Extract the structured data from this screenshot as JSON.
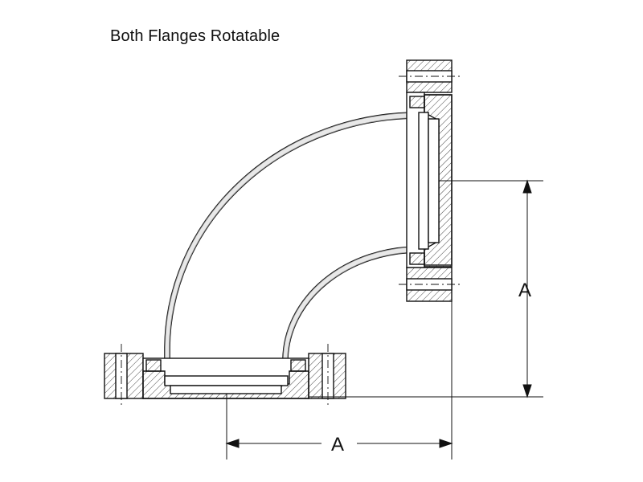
{
  "title": "Both Flanges Rotatable",
  "dimensions": {
    "vertical_label": "A",
    "horizontal_label": "A"
  },
  "colors": {
    "line": "#111111",
    "hatch": "#444444",
    "background": "#ffffff"
  }
}
